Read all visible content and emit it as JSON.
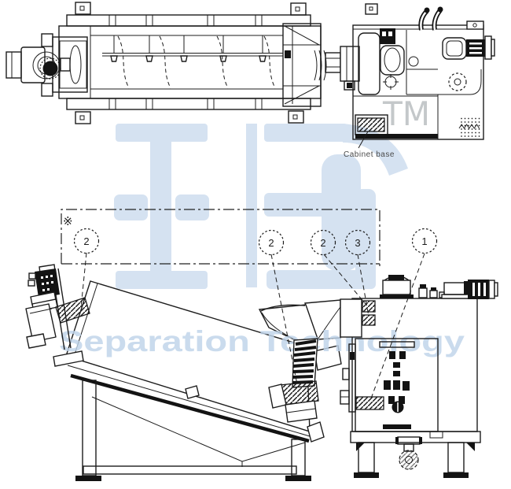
{
  "watermark": {
    "tm": "TM",
    "brand": "Separation Technology",
    "logo_color": "#d5e2f1",
    "brand_color": "#bed3e9",
    "tm_color": "#c4c8ca"
  },
  "top_view": {
    "cabinet_base_label": "Cabinet base"
  },
  "annotations": {
    "reference_mark": "※",
    "balloons": [
      {
        "label": "2"
      },
      {
        "label": "2"
      },
      {
        "label": "2"
      },
      {
        "label": "3"
      },
      {
        "label": "1"
      }
    ]
  },
  "colors": {
    "line": "#1c1c1c",
    "background": "#ffffff",
    "label_gray": "#4a4a4a"
  }
}
